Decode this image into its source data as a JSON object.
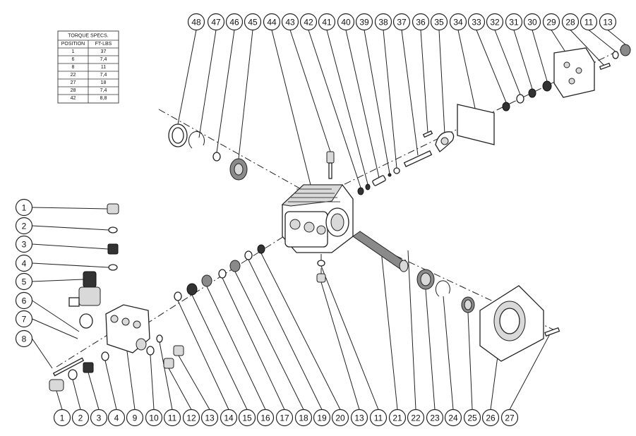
{
  "torque_table": {
    "title": "TORQUE SPECS.",
    "headers": [
      "POSITION",
      "FT-LBS"
    ],
    "rows": [
      [
        "1",
        "37"
      ],
      [
        "6",
        "7,4"
      ],
      [
        "8",
        "11"
      ],
      [
        "22",
        "7,4"
      ],
      [
        "27",
        "18"
      ],
      [
        "28",
        "7,4"
      ],
      [
        "42",
        "8,8"
      ]
    ]
  },
  "callouts_top": [
    "48",
    "47",
    "46",
    "45",
    "44",
    "43",
    "42",
    "41",
    "40",
    "39",
    "38",
    "37",
    "36",
    "35",
    "34",
    "33",
    "32",
    "31",
    "30",
    "29",
    "28",
    "11",
    "13"
  ],
  "callouts_left": [
    "1",
    "2",
    "3",
    "4",
    "5",
    "6",
    "7",
    "8"
  ],
  "callouts_bottom": [
    "1",
    "2",
    "3",
    "4",
    "9",
    "10",
    "11",
    "12",
    "13",
    "14",
    "15",
    "16",
    "17",
    "18",
    "19",
    "20",
    "13",
    "11",
    "21",
    "22",
    "23",
    "24",
    "25",
    "26",
    "27"
  ]
}
